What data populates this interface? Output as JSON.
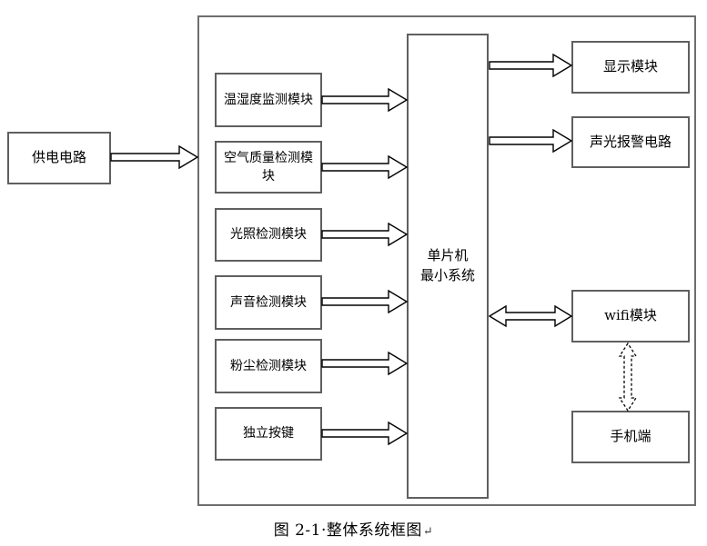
{
  "diagram": {
    "caption": {
      "text": "图 2-1·整体系统框图",
      "return_mark": "↵"
    },
    "nodes": {
      "power": {
        "label": "供电电路"
      },
      "temp_humidity": {
        "label": "温湿度监测模块"
      },
      "air_quality": {
        "label": "空气质量检测模块"
      },
      "light": {
        "label": "光照检测模块"
      },
      "sound": {
        "label": "声音检测模块"
      },
      "dust": {
        "label": "粉尘检测模块"
      },
      "key": {
        "label": "独立按键"
      },
      "mcu": {
        "line1": "单片机",
        "line2": "最小系统"
      },
      "display": {
        "label": "显示模块"
      },
      "alarm": {
        "label": "声光报警电路"
      },
      "wifi": {
        "label": "wifi模块"
      },
      "phone": {
        "label": "手机端"
      }
    },
    "edges": [
      {
        "from": "power",
        "to": "system-boundary",
        "style": "hollow-arrow",
        "direction": "right"
      },
      {
        "from": "temp_humidity",
        "to": "mcu",
        "style": "hollow-arrow",
        "direction": "right"
      },
      {
        "from": "air_quality",
        "to": "mcu",
        "style": "hollow-arrow",
        "direction": "right"
      },
      {
        "from": "light",
        "to": "mcu",
        "style": "hollow-arrow",
        "direction": "right"
      },
      {
        "from": "sound",
        "to": "mcu",
        "style": "hollow-arrow",
        "direction": "right"
      },
      {
        "from": "dust",
        "to": "mcu",
        "style": "hollow-arrow",
        "direction": "right"
      },
      {
        "from": "key",
        "to": "mcu",
        "style": "hollow-arrow",
        "direction": "right"
      },
      {
        "from": "mcu",
        "to": "display",
        "style": "hollow-arrow",
        "direction": "right"
      },
      {
        "from": "mcu",
        "to": "alarm",
        "style": "hollow-arrow",
        "direction": "right"
      },
      {
        "from": "mcu",
        "to": "wifi",
        "style": "hollow-double-arrow",
        "direction": "both"
      },
      {
        "from": "wifi",
        "to": "phone",
        "style": "dashed-double-arrow",
        "direction": "both"
      }
    ],
    "colors": {
      "box_border": "#5f5f5f",
      "outer_border": "#6e6e6e",
      "arrow_outline": "#000000",
      "background": "#ffffff",
      "text": "#000000"
    }
  }
}
